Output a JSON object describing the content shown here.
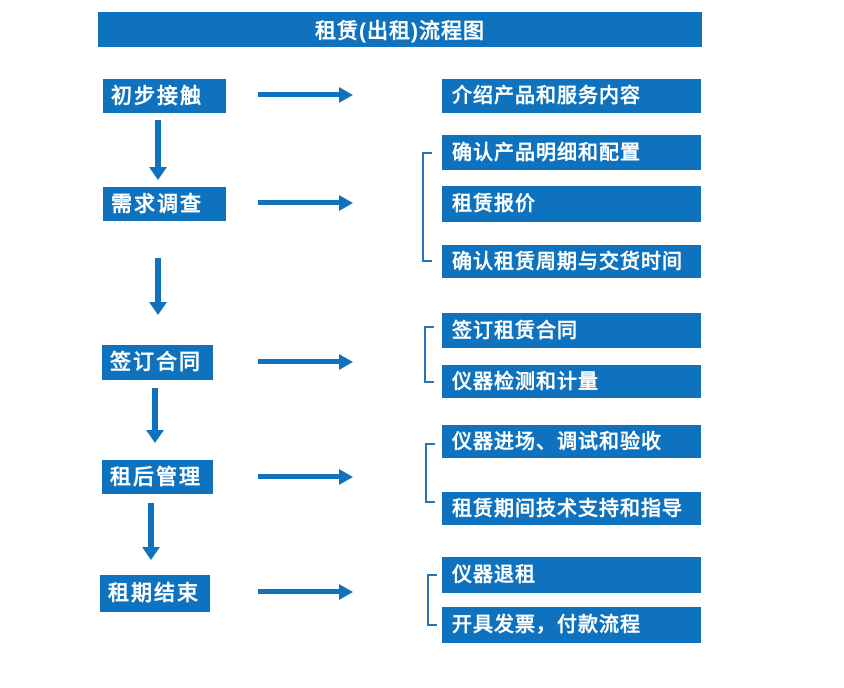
{
  "title": "租赁(出租)流程图",
  "colors": {
    "primary_blue": "#0E72BE",
    "bracket_blue": "#2E74B5",
    "text_white": "#FFFFFF",
    "background_white": "#FFFFFF"
  },
  "stages": [
    {
      "label": "初步接触",
      "outputs": [
        "介绍产品和服务内容"
      ]
    },
    {
      "label": "需求调查",
      "outputs": [
        "确认产品明细和配置",
        "租赁报价",
        "确认租赁周期与交货时间"
      ]
    },
    {
      "label": "签订合同",
      "outputs": [
        "签订租赁合同",
        "仪器检测和计量"
      ]
    },
    {
      "label": "租后管理",
      "outputs": [
        "仪器进场、调试和验收",
        "租赁期间技术支持和指导"
      ]
    },
    {
      "label": "租期结束",
      "outputs": [
        "仪器退租",
        "开具发票，付款流程"
      ]
    }
  ]
}
